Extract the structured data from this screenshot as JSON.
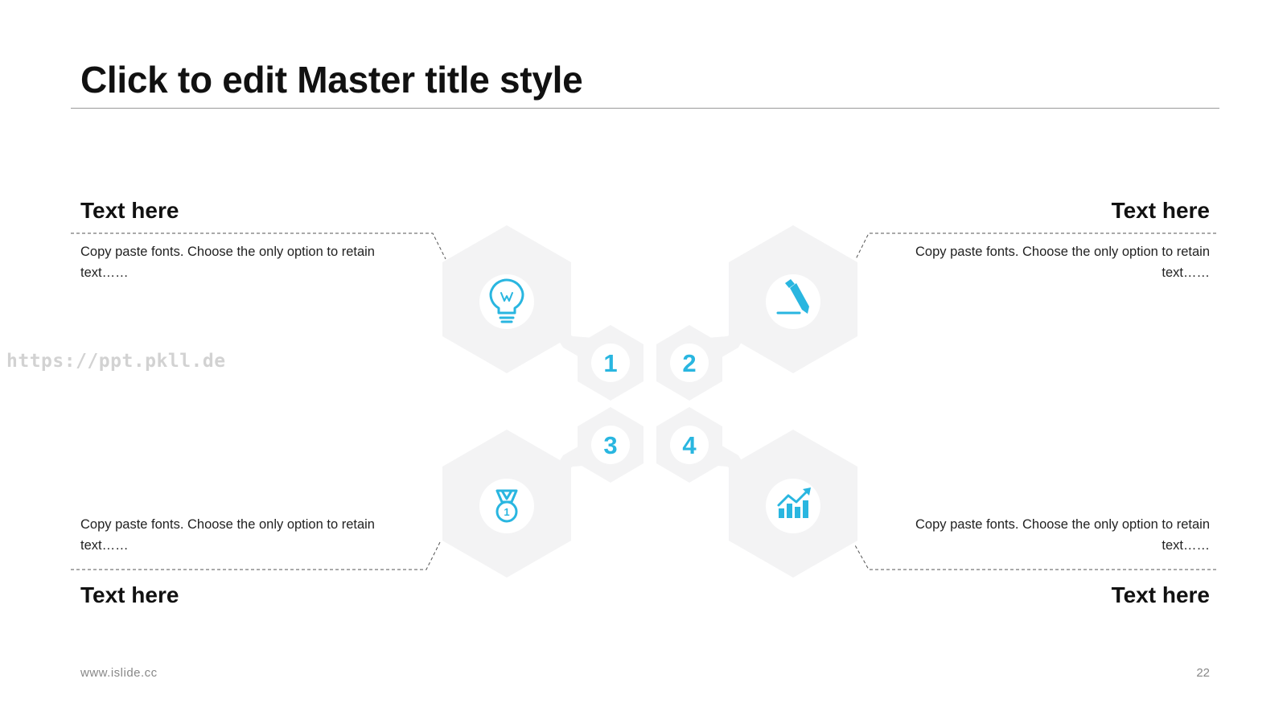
{
  "slide": {
    "title": "Click to edit Master title style",
    "watermark": "https://ppt.pkll.de",
    "footer_url": "www.islide.cc",
    "page_number": "22"
  },
  "items": [
    {
      "number": "1",
      "heading": "Text here",
      "body": "Copy paste fonts. Choose the only option to retain text……",
      "icon": "lightbulb-icon"
    },
    {
      "number": "2",
      "heading": "Text here",
      "body": "Copy paste fonts. Choose the only option to retain text……",
      "icon": "pencil-icon"
    },
    {
      "number": "3",
      "heading": "Text here",
      "body": "Copy paste fonts. Choose the only option to retain text……",
      "icon": "medal-icon"
    },
    {
      "number": "4",
      "heading": "Text here",
      "body": "Copy paste fonts. Choose the only option to retain text……",
      "icon": "growth-chart-icon"
    }
  ],
  "colors": {
    "accent": "#29b6e0",
    "hexagon": "#f3f3f4",
    "rule": "#9a9a9a",
    "dashed": "#555555"
  }
}
